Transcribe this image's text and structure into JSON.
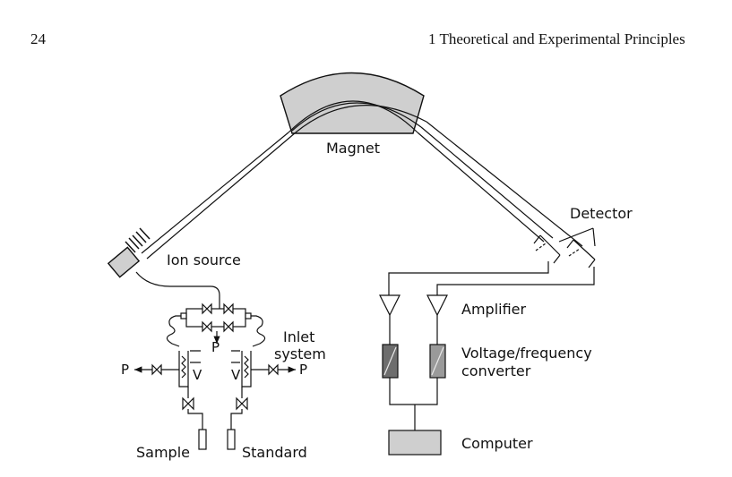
{
  "header": {
    "page_number": "24",
    "chapter_title": "1  Theoretical and Experimental Principles"
  },
  "labels": {
    "magnet": "Magnet",
    "detector": "Detector",
    "ion_source": "Ion source",
    "amplifier": "Amplifier",
    "converter_line1": "Voltage/frequency",
    "converter_line2": "converter",
    "computer": "Computer",
    "inlet_line1": "Inlet",
    "inlet_line2": "system",
    "sample": "Sample",
    "standard": "Standard",
    "pump_symbol": "P",
    "valve_symbol": "V"
  },
  "colors": {
    "component_fill": "#cfcfcf",
    "line": "#111111",
    "converter_dark": "#6d6d6d",
    "converter_mid": "#9a9a9a"
  }
}
